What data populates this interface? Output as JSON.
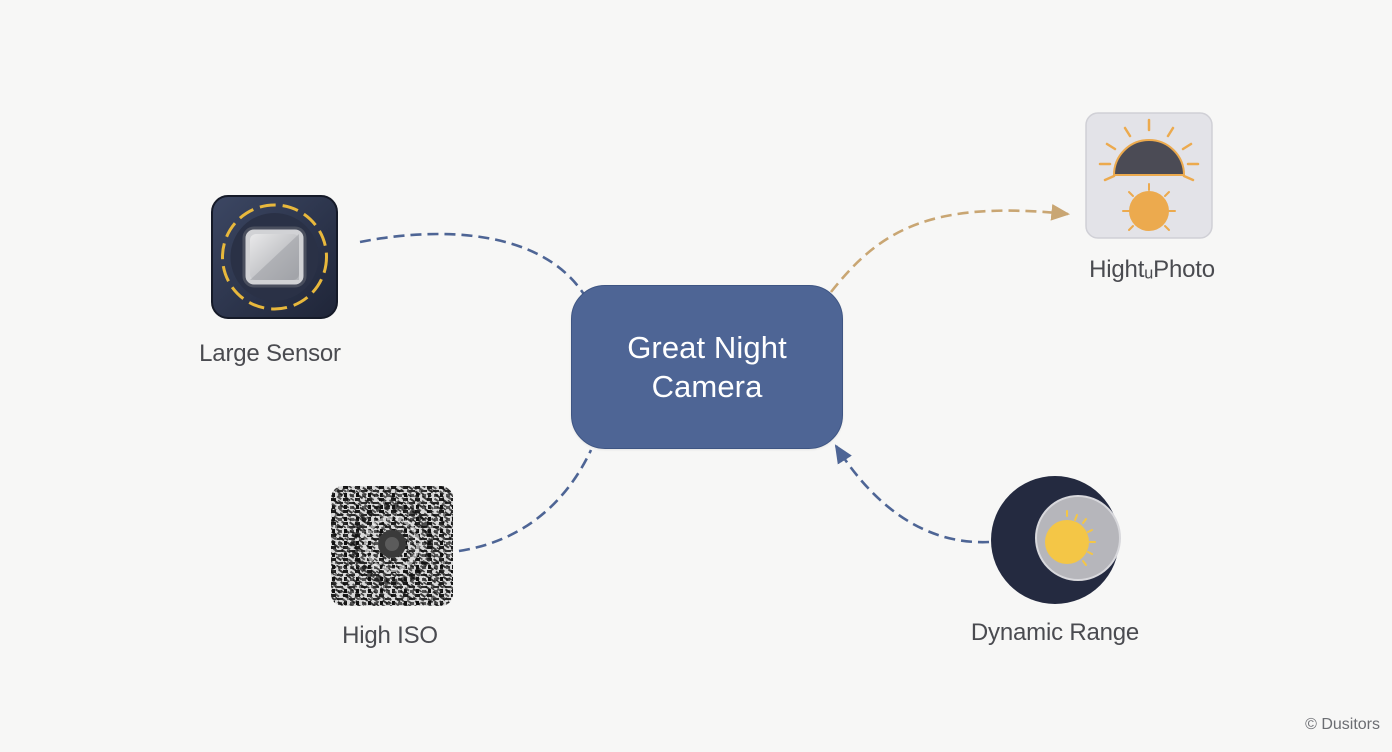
{
  "center": {
    "title": "Great Night Camera"
  },
  "nodes": [
    {
      "id": "large-sensor",
      "label": "Large Sensor",
      "icon": "sensor-chip-icon"
    },
    {
      "id": "high-iso",
      "label": "High ISO",
      "icon": "noise-grain-icon"
    },
    {
      "id": "high-photo",
      "label": "HightᵤPhoto",
      "icon": "sun-exposure-icon"
    },
    {
      "id": "dynamic-range",
      "label": "Dynamic Range",
      "icon": "moon-sun-icon"
    }
  ],
  "colors": {
    "center_fill": "#4e6595",
    "connector_blue": "#4e6595",
    "connector_gold": "#c9a673",
    "sun_orange": "#ecaa4e",
    "moon_navy": "#242a40"
  },
  "watermark": "© Dusitors"
}
